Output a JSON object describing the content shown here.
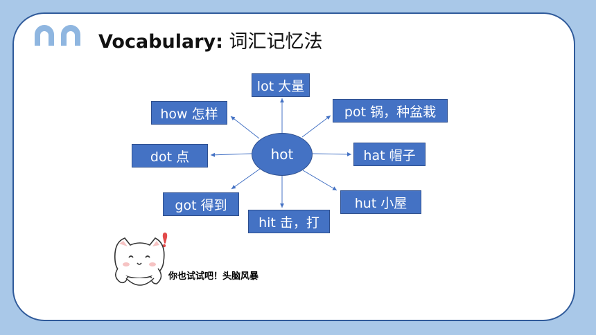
{
  "title": {
    "en": "Vocabulary:",
    "zh": " 词汇记忆法"
  },
  "center": "hot",
  "nodes": [
    {
      "id": "lot",
      "label": "lot 大量"
    },
    {
      "id": "how",
      "label": "how 怎样"
    },
    {
      "id": "pot",
      "label": "pot 锅，种盆栽"
    },
    {
      "id": "dot",
      "label": "dot 点"
    },
    {
      "id": "hat",
      "label": "hat 帽子"
    },
    {
      "id": "got",
      "label": "got 得到"
    },
    {
      "id": "hut",
      "label": "hut 小屋"
    },
    {
      "id": "hit",
      "label": "hit 击，打"
    }
  ],
  "caption": "你也试试吧！头脑风暴",
  "colors": {
    "node": "#4472c4",
    "arrow": "#4472c4",
    "background": "#a9c8e8",
    "border": "#2f5a9a"
  },
  "icons": [
    "arch-decoration-icon",
    "cat-illustration-icon"
  ]
}
